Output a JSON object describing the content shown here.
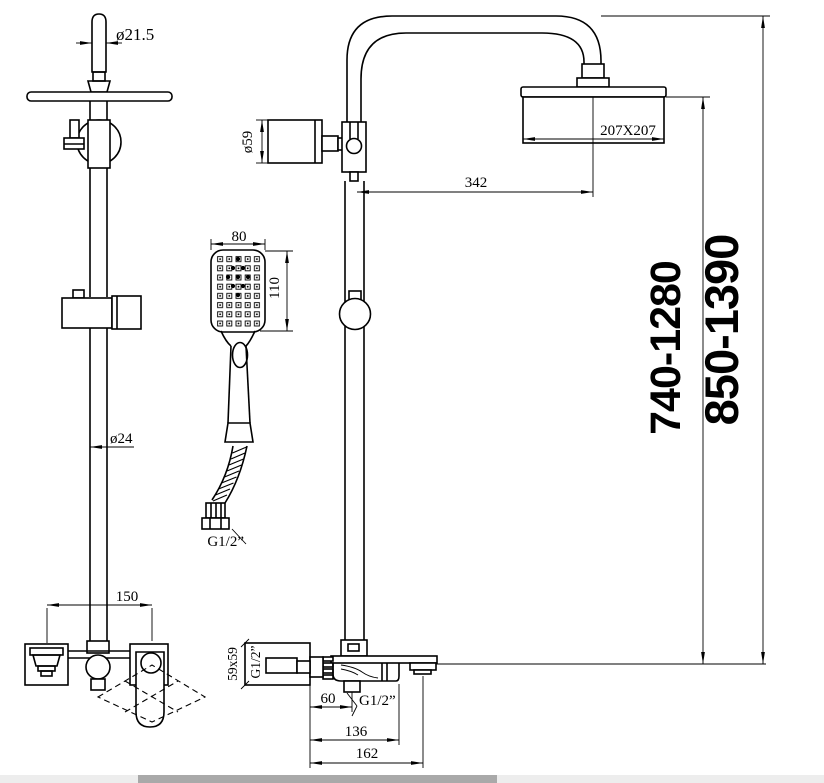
{
  "labels": {
    "rod_diameter": "ø21.5",
    "bar_diameter": "ø24",
    "valve_centers": "150",
    "hand_width": "80",
    "hand_height": "110",
    "hose_thread": "G1/2”",
    "diverter_diameter": "ø59",
    "head_size": "207X207",
    "arm_reach": "342",
    "rail_height_range": "740-1280",
    "overall_height_range": "850-1390",
    "handle_size": "59x59",
    "handle_thread": "G1/2”",
    "outlet_thread": "G1/2”",
    "outlet_offset": "60",
    "spout_reach": "136",
    "spout_overall_reach": "162"
  },
  "colors": {
    "line": "#000000",
    "background": "#ffffff",
    "scrollbar_track": "#ededed",
    "scrollbar_thumb": "#a9a9a9"
  }
}
